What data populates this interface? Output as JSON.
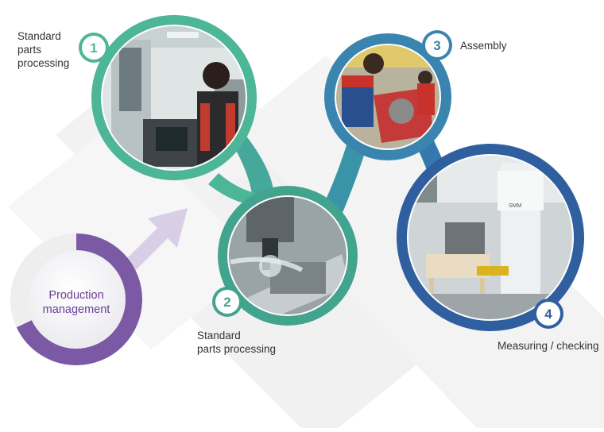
{
  "colors": {
    "teal": "#4db696",
    "blue_mid": "#3a85b0",
    "blue_dark": "#2f5f9f",
    "purple": "#7c59a4",
    "purple_light": "#d5cbe3",
    "shadow": "#ececec"
  },
  "center": {
    "lines": [
      "Production",
      "management"
    ],
    "progress_fraction": 0.68
  },
  "steps": [
    {
      "number": "1",
      "lines": [
        "Standard",
        "parts",
        "processing"
      ],
      "photo": "worker-machine-photo"
    },
    {
      "number": "2",
      "lines": [
        "Standard",
        "parts processing"
      ],
      "photo": "milling-photo"
    },
    {
      "number": "3",
      "lines": [
        "Assembly"
      ],
      "photo": "assembly-photo"
    },
    {
      "number": "4",
      "lines": [
        "Measuring / checking"
      ],
      "photo": "cmm-photo"
    }
  ],
  "photo_texts": {
    "cmm_brand": "SMM"
  }
}
